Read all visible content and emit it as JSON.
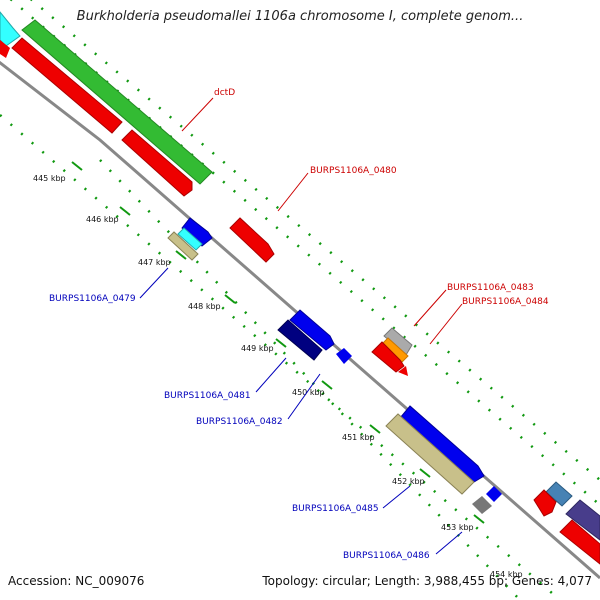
{
  "header": {
    "title": "Burkholderia pseudomallei 1106a chromosome I, complete genom..."
  },
  "footer": {
    "accession": "Accession: NC_009076",
    "summary": "Topology: circular; Length: 3,988,455 bp; Genes: 4,077"
  },
  "ticks": [
    "445 kbp",
    "446 kbp",
    "447 kbp",
    "448 kbp",
    "449 kbp",
    "450 kbp",
    "451 kbp",
    "452 kbp",
    "453 kbp",
    "454 kbp"
  ],
  "gene_labels": {
    "dctD": "dctD",
    "g0480": "BURPS1106A_0480",
    "g0483": "BURPS1106A_0483",
    "g0484": "BURPS1106A_0484",
    "g0479": "BURPS1106A_0479",
    "g0481": "BURPS1106A_0481",
    "g0482": "BURPS1106A_0482",
    "g0485": "BURPS1106A_0485",
    "g0486": "BURPS1106A_0486"
  },
  "colors": {
    "forward_label": "#cc0000",
    "reverse_label": "#0000bb",
    "cds": "#ee0000",
    "green_feature": "#33bb33",
    "cyan_feature": "#33ffff",
    "blue_gene": "#0000ee",
    "navy_gene": "#000080",
    "khaki_gene": "#c8c08a",
    "orange_gene": "#ff9900",
    "gray_gene": "#aaaaaa",
    "steelblue_gene": "#4682b4",
    "slate_gene": "#483d8b",
    "backbone": "#888888",
    "dots": "#119911"
  }
}
